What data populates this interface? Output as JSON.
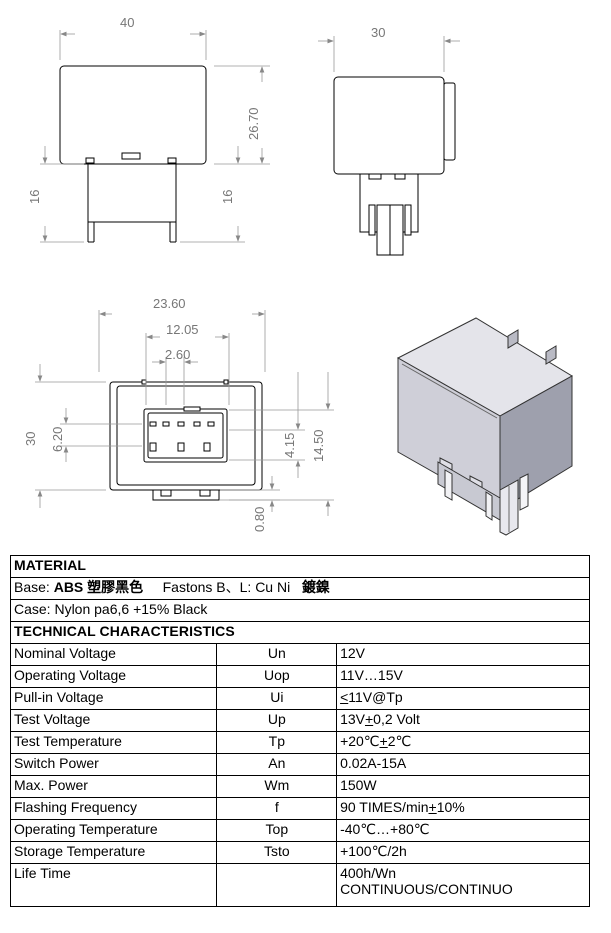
{
  "dimensions": {
    "front": {
      "width": "40",
      "height_body": "26.70",
      "pin_left": "16",
      "pin_right": "16"
    },
    "side": {
      "depth": "30"
    },
    "bottom": {
      "w1": "23.60",
      "w2": "12.05",
      "w3": "2.60",
      "h_total": "30",
      "h_slot": "6.20",
      "h1": "4.15",
      "h2": "14.50",
      "gap": "0.80"
    }
  },
  "table": {
    "material_title": "MATERIAL",
    "base": {
      "prefix": "Base: ",
      "material": "ABS",
      "material_cn": "塑膠黑色",
      "fastons": "Fastons B、L: Cu Ni",
      "plating_cn": "鍍鎳"
    },
    "case": "Case: Nylon pa6,6 +15% Black",
    "tech_title": "TECHNICAL CHARACTERISTICS",
    "rows": [
      {
        "name": "Nominal Voltage",
        "symbol": "Un",
        "value": "12V"
      },
      {
        "name": "Operating Voltage",
        "symbol": "Uop",
        "value": "11V…15V"
      },
      {
        "name": "Pull-in Voltage",
        "symbol": "Ui",
        "value_ul": "<",
        "value": "11V@Tp"
      },
      {
        "name": "Test Voltage",
        "symbol": "Up",
        "value_pre": "13V",
        "value_ul": "+",
        "value": "0,2 Volt"
      },
      {
        "name": "Test Temperature",
        "symbol": "Tp",
        "value_pre": "+20℃",
        "value_ul": "+",
        "value": "2℃"
      },
      {
        "name": "Switch Power",
        "symbol": "An",
        "value": "0.02A-15A"
      },
      {
        "name": "Max. Power",
        "symbol": "Wm",
        "value": "150W"
      },
      {
        "name": "Flashing Frequency",
        "symbol": "f",
        "value_pre": "90 TIMES/min",
        "value_ul": "+",
        "value": "10%"
      },
      {
        "name": "Operating Temperature",
        "symbol": "Top",
        "value": "-40℃…+80℃"
      },
      {
        "name": "Storage Temperature",
        "symbol": "Tsto",
        "value": "+100℃/2h"
      }
    ],
    "life": {
      "name": "Life Time",
      "value1": "400h/Wn",
      "value2": "CONTINUOUS/CONTINUO"
    }
  }
}
